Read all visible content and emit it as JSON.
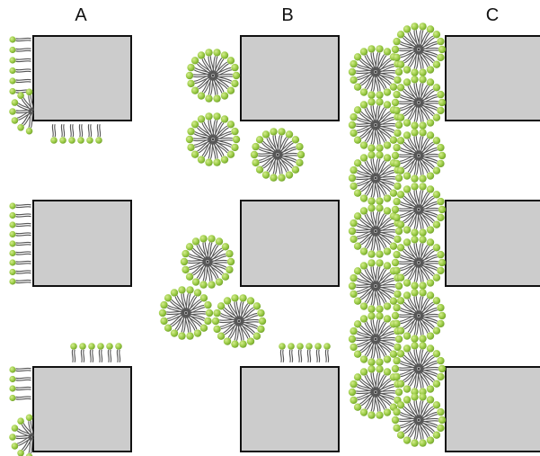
{
  "columns": [
    {
      "label": "A"
    },
    {
      "label": "B"
    },
    {
      "label": "C"
    }
  ],
  "colors": {
    "block_fill": "#cccccc",
    "block_stroke": "#111111",
    "lipid_head": "#8fc43a",
    "lipid_head_light": "#c6e27e",
    "lipid_tail": "#555555"
  }
}
